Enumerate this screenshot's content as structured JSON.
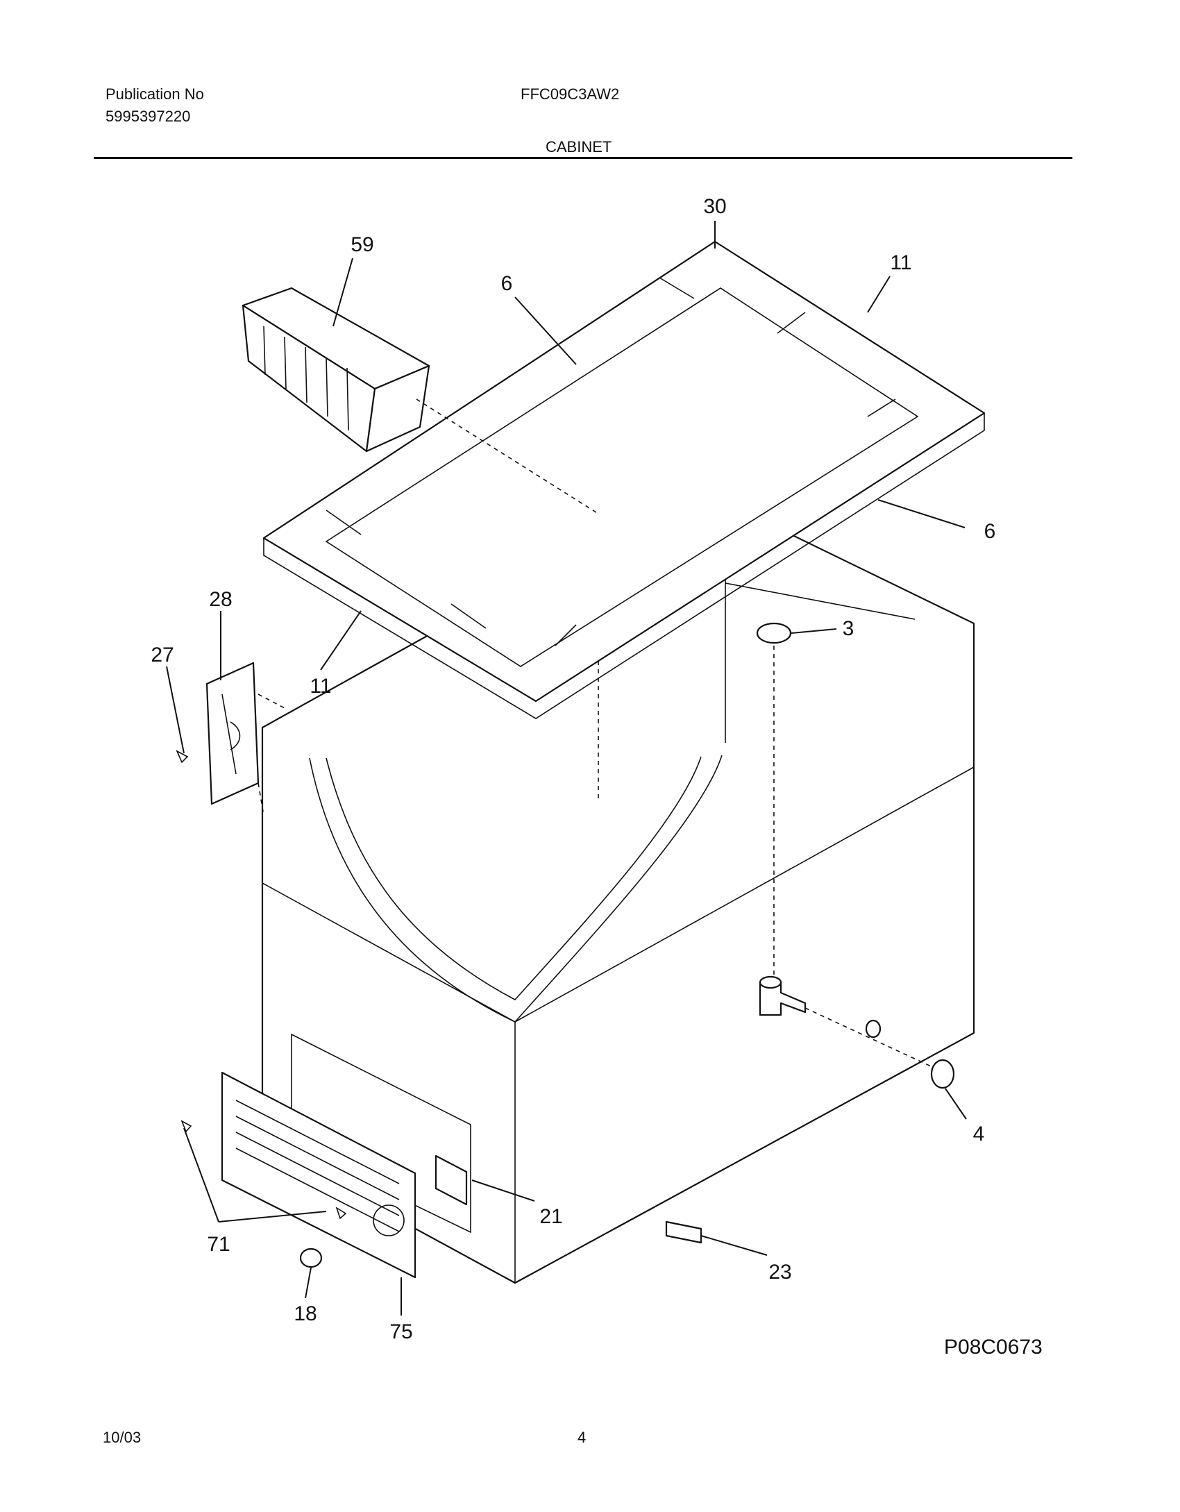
{
  "header": {
    "publication_label": "Publication No",
    "publication_number": "5995397220",
    "model": "FFC09C3AW2",
    "section": "CABINET"
  },
  "diagram": {
    "callouts": [
      "30",
      "59",
      "6",
      "11",
      "6",
      "3",
      "28",
      "27",
      "11",
      "4",
      "21",
      "71",
      "23",
      "18",
      "75"
    ],
    "figure_code": "P08C0673"
  },
  "footer": {
    "date": "10/03",
    "page": "4"
  }
}
